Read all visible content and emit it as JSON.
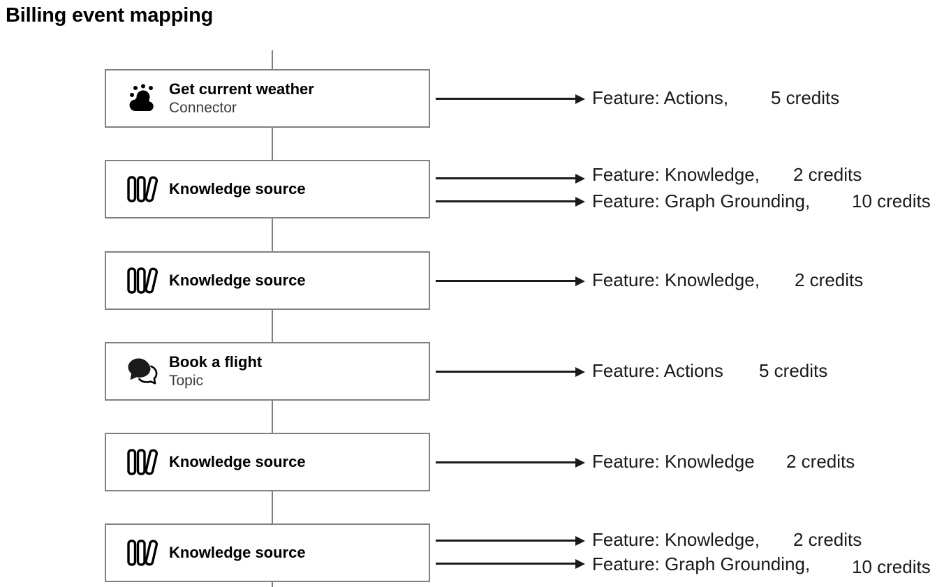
{
  "page": {
    "title": "Billing event mapping",
    "background": "#ffffff",
    "box_border_color": "#808080",
    "arrow_color": "#1a1a1a",
    "text_color": "#1a1a1a"
  },
  "nodes": [
    {
      "icon": "weather-cloud-sun-icon",
      "title": "Get current weather",
      "subtitle": "Connector",
      "edges": [
        {
          "label": "Feature: Actions,",
          "credits": "5 credits"
        }
      ]
    },
    {
      "icon": "knowledge-books-icon",
      "title": "Knowledge source",
      "subtitle": "",
      "edges": [
        {
          "label": "Feature: Knowledge,",
          "credits": "2 credits"
        },
        {
          "label": "Feature: Graph Grounding,",
          "credits": "10 credits"
        }
      ]
    },
    {
      "icon": "knowledge-books-icon",
      "title": "Knowledge source",
      "subtitle": "",
      "edges": [
        {
          "label": "Feature: Knowledge,",
          "credits": "2 credits"
        }
      ]
    },
    {
      "icon": "topic-chat-bubbles-icon",
      "title": "Book a flight",
      "subtitle": "Topic",
      "edges": [
        {
          "label": "Feature: Actions",
          "credits": "5 credits"
        }
      ]
    },
    {
      "icon": "knowledge-books-icon",
      "title": "Knowledge source",
      "subtitle": "",
      "edges": [
        {
          "label": "Feature: Knowledge",
          "credits": "2 credits"
        }
      ]
    },
    {
      "icon": "knowledge-books-icon",
      "title": "Knowledge source",
      "subtitle": "",
      "edges": [
        {
          "label": "Feature: Knowledge,",
          "credits": "2 credits"
        },
        {
          "label": "Feature: Graph Grounding,",
          "credits": "10 credits"
        }
      ]
    }
  ]
}
